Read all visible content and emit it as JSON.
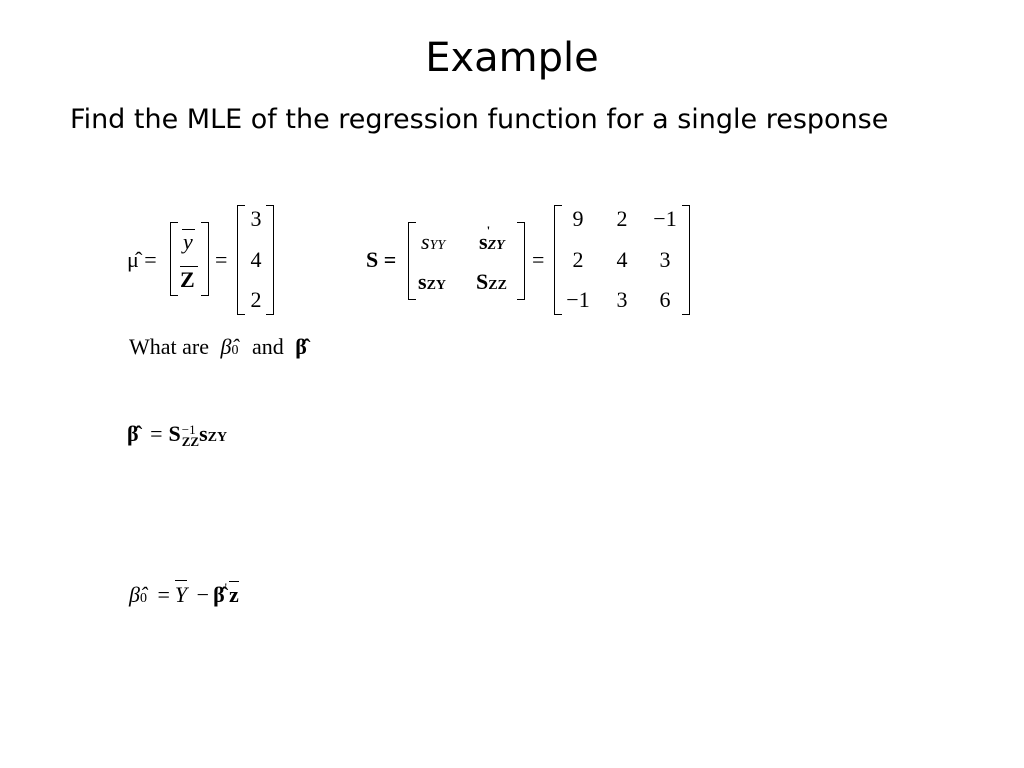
{
  "slide": {
    "title": "Example",
    "subtitle": "Find the MLE of the regression function for a single response"
  },
  "mu": {
    "lhs": "μ̂ =",
    "y": "y",
    "z": "Z",
    "eq": "=",
    "values": [
      "3",
      "4",
      "2"
    ]
  },
  "S": {
    "lhs": "S =",
    "syy": "s",
    "syy_sub": "YY",
    "szy_t": "s",
    "szy_t_sub": "ZY",
    "szy_t_sup": "'",
    "szy": "s",
    "szy_sub": "ZY",
    "Szz": "S",
    "Szz_sub": "ZZ",
    "eq": "=",
    "matrix": [
      [
        "9",
        "2",
        "−1"
      ],
      [
        "2",
        "4",
        "3"
      ],
      [
        "−1",
        "3",
        "6"
      ]
    ]
  },
  "question": {
    "text": "What are",
    "beta0": "β̂",
    "beta0_sub": "0",
    "and": "and",
    "beta": "β̂"
  },
  "eq1": {
    "beta": "β̂",
    "eq": "=",
    "S": "S",
    "S_sup": "−1",
    "S_sub": "ZZ",
    "s": "s",
    "s_sub": "ZY"
  },
  "eq2": {
    "beta0": "β̂",
    "beta0_sub": "0",
    "eq": "=",
    "Y": "Y",
    "minus": "−",
    "beta": "β̂",
    "prime": "'",
    "z": "z"
  }
}
